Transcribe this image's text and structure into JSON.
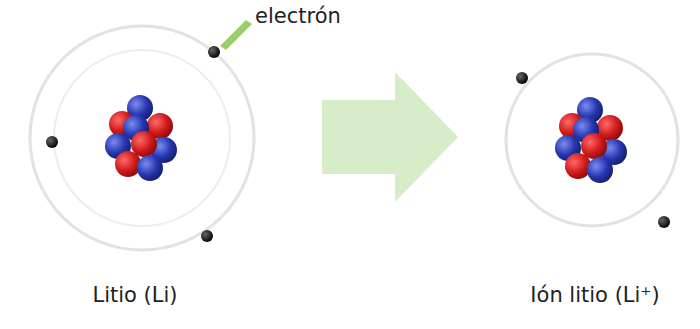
{
  "diagram": {
    "labels": [
      "electrón",
      "Litio (Li)",
      "Ión litio (Li⁺)"
    ]
  }
}
